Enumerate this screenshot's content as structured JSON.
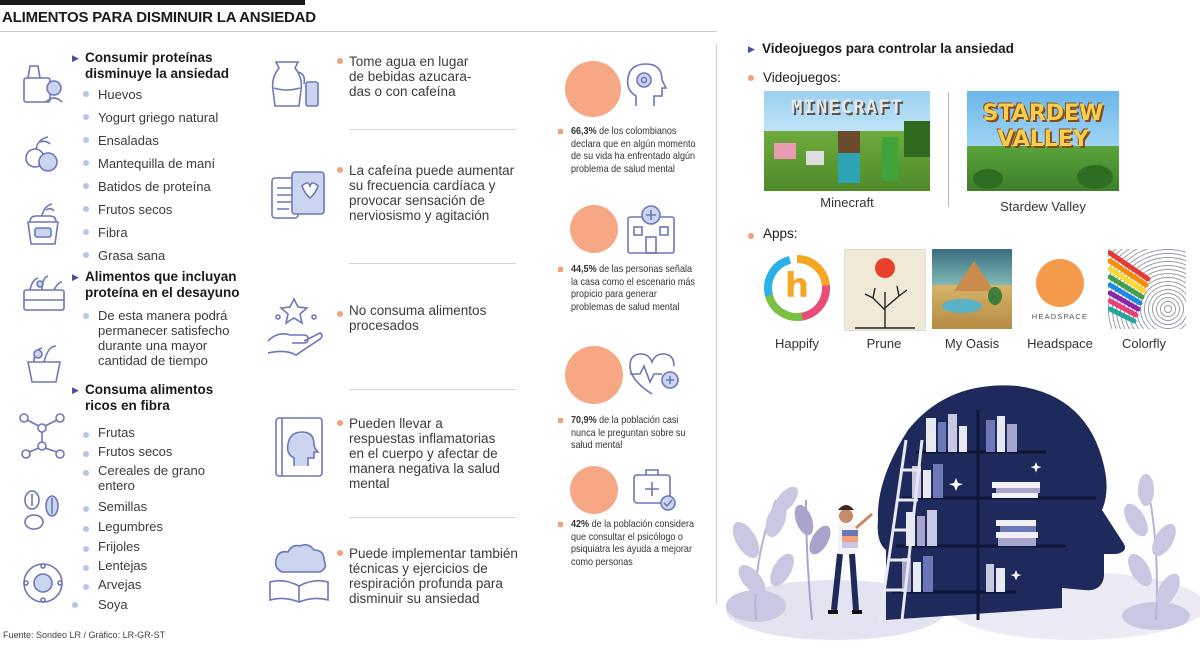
{
  "header": {
    "title": "ALIMENTOS PARA DISMINUIR LA ANSIEDAD"
  },
  "col1": {
    "sections": [
      {
        "title": "Consumir proteínas disminuye la ansiedad",
        "items": [
          "Huevos",
          "Yogurt griego natural",
          "Ensaladas",
          "Mantequilla de maní",
          "Batidos de proteína",
          "Frutos secos",
          "Fibra",
          "Grasa sana"
        ]
      },
      {
        "title": "Alimentos que incluyan proteína en el desayuno",
        "items": [
          "De esta manera podrá permanecer satisfecho durante una mayor cantidad de tiempo"
        ]
      },
      {
        "title": "Consuma alimentos ricos en fibra",
        "items": [
          "Frutas",
          "Frutos secos",
          "Cereales de grano entero",
          "Semillas",
          "Legumbres",
          "Frijoles",
          "Lentejas",
          "Arvejas",
          "Soya"
        ]
      }
    ]
  },
  "col2": {
    "tips": [
      "Tome agua en lugar de bebidas azucara- das o con cafeína",
      "La cafeína puede aumentar su frecuencia cardíaca y provocar sensación de nerviosismo y agitación",
      "No consuma alimentos procesados",
      "Pueden llevar a respuestas inflamatorias en el cuerpo y afectar de manera negativa la salud mental",
      "Puede implementar también técnicas y ejercicios de respiración profunda para disminuir su ansiedad"
    ]
  },
  "stats": [
    {
      "value": "66,3%",
      "text": "de los colombianos declara que en algún momento de su vida ha enfrentado algún problema de salud mental",
      "icon": "head-brain-icon"
    },
    {
      "value": "44,5%",
      "text": "de las personas señala la casa como el escenario más propicio para generar problemas de salud mental",
      "icon": "hospital-icon"
    },
    {
      "value": "70,9%",
      "text": "de la población casi nunca le preguntan sobre su salud mental",
      "icon": "heart-pulse-icon"
    },
    {
      "value": "42%",
      "text": "de la población considera que consultar el psicólogo o psiquiatra les ayuda a mejorar como personas",
      "icon": "medical-kit-icon"
    }
  ],
  "right": {
    "title": "Videojuegos para controlar la ansiedad",
    "games_label": "Videojuegos:",
    "games": [
      {
        "name": "Minecraft",
        "logo": "MINECRAFT"
      },
      {
        "name": "Stardew Valley",
        "logo_line1": "STARDEW",
        "logo_line2": "VALLEY"
      }
    ],
    "apps_label": "Apps:",
    "apps": [
      {
        "name": "Happify",
        "logo": "h"
      },
      {
        "name": "Prune"
      },
      {
        "name": "My Oasis"
      },
      {
        "name": "Headspace",
        "logo": "HEADSPACE"
      },
      {
        "name": "Colorfly"
      }
    ]
  },
  "footer": "Fuente: Sondeo LR / Gráfico: LR-GR-ST",
  "colors": {
    "accent_blue": "#47519b",
    "icon_blue": "#6c77b8",
    "bullet_blue": "#b7c6e6",
    "stat_orange": "#f6a884",
    "head_navy": "#1f2a5c",
    "plant_lilac": "#c9c8e3"
  }
}
